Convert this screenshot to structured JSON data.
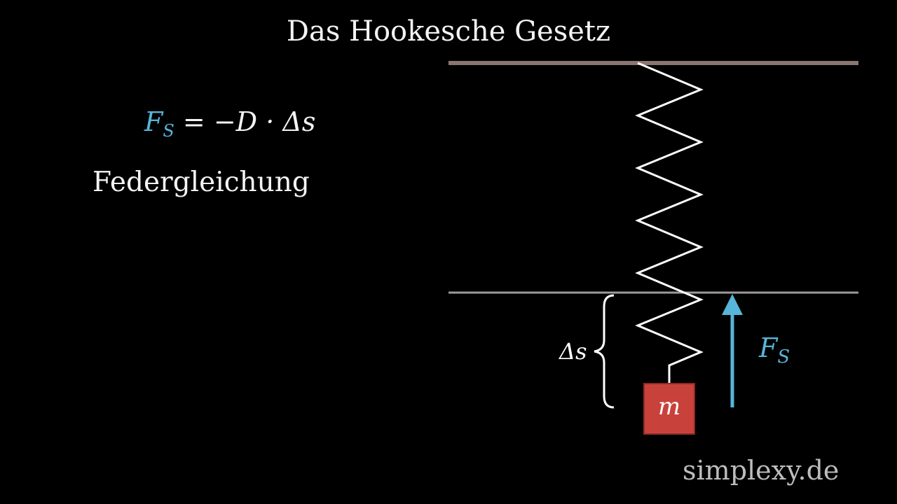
{
  "title": "Das Hookesche Gesetz",
  "formula": {
    "lhs_symbol": "F",
    "lhs_subscript": "S",
    "rhs": "= −D · Δs"
  },
  "caption": "Federgleichung",
  "diagram": {
    "delta_label": "Δs",
    "force_symbol": "F",
    "force_subscript": "S",
    "mass_label": "m"
  },
  "watermark": "simplexy.de",
  "colors": {
    "background": "#000000",
    "ceiling": "#8a7670",
    "equilibrium_line": "#9a9a9a",
    "spring": "#ffffff",
    "force_arrow": "#58b4d8",
    "mass_block": "#c8423b",
    "mass_border": "#8f2a26"
  }
}
